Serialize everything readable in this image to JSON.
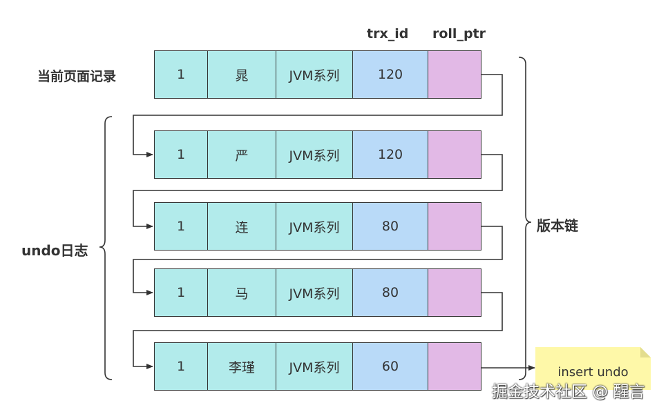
{
  "headers": {
    "trx_id": "trx_id",
    "roll_ptr": "roll_ptr"
  },
  "labels": {
    "current_record": "当前页面记录",
    "undo_log": "undo日志",
    "version_chain": "版本链",
    "insert_undo": "insert undo"
  },
  "records": [
    {
      "id": "1",
      "name": "晁",
      "column": "JVM系列",
      "trx_id": "120"
    },
    {
      "id": "1",
      "name": "严",
      "column": "JVM系列",
      "trx_id": "120"
    },
    {
      "id": "1",
      "name": "连",
      "column": "JVM系列",
      "trx_id": "80"
    },
    {
      "id": "1",
      "name": "马",
      "column": "JVM系列",
      "trx_id": "80"
    },
    {
      "id": "1",
      "name": "李瑾",
      "column": "JVM系列",
      "trx_id": "60"
    }
  ],
  "watermark": "掘金技术社区 @ 醒言",
  "colors": {
    "cell_cyan": "#b2ebeb",
    "cell_blue": "#b9daf8",
    "cell_purple": "#e2b9e6",
    "note_yellow": "#fef8a8",
    "line": "#333333"
  }
}
